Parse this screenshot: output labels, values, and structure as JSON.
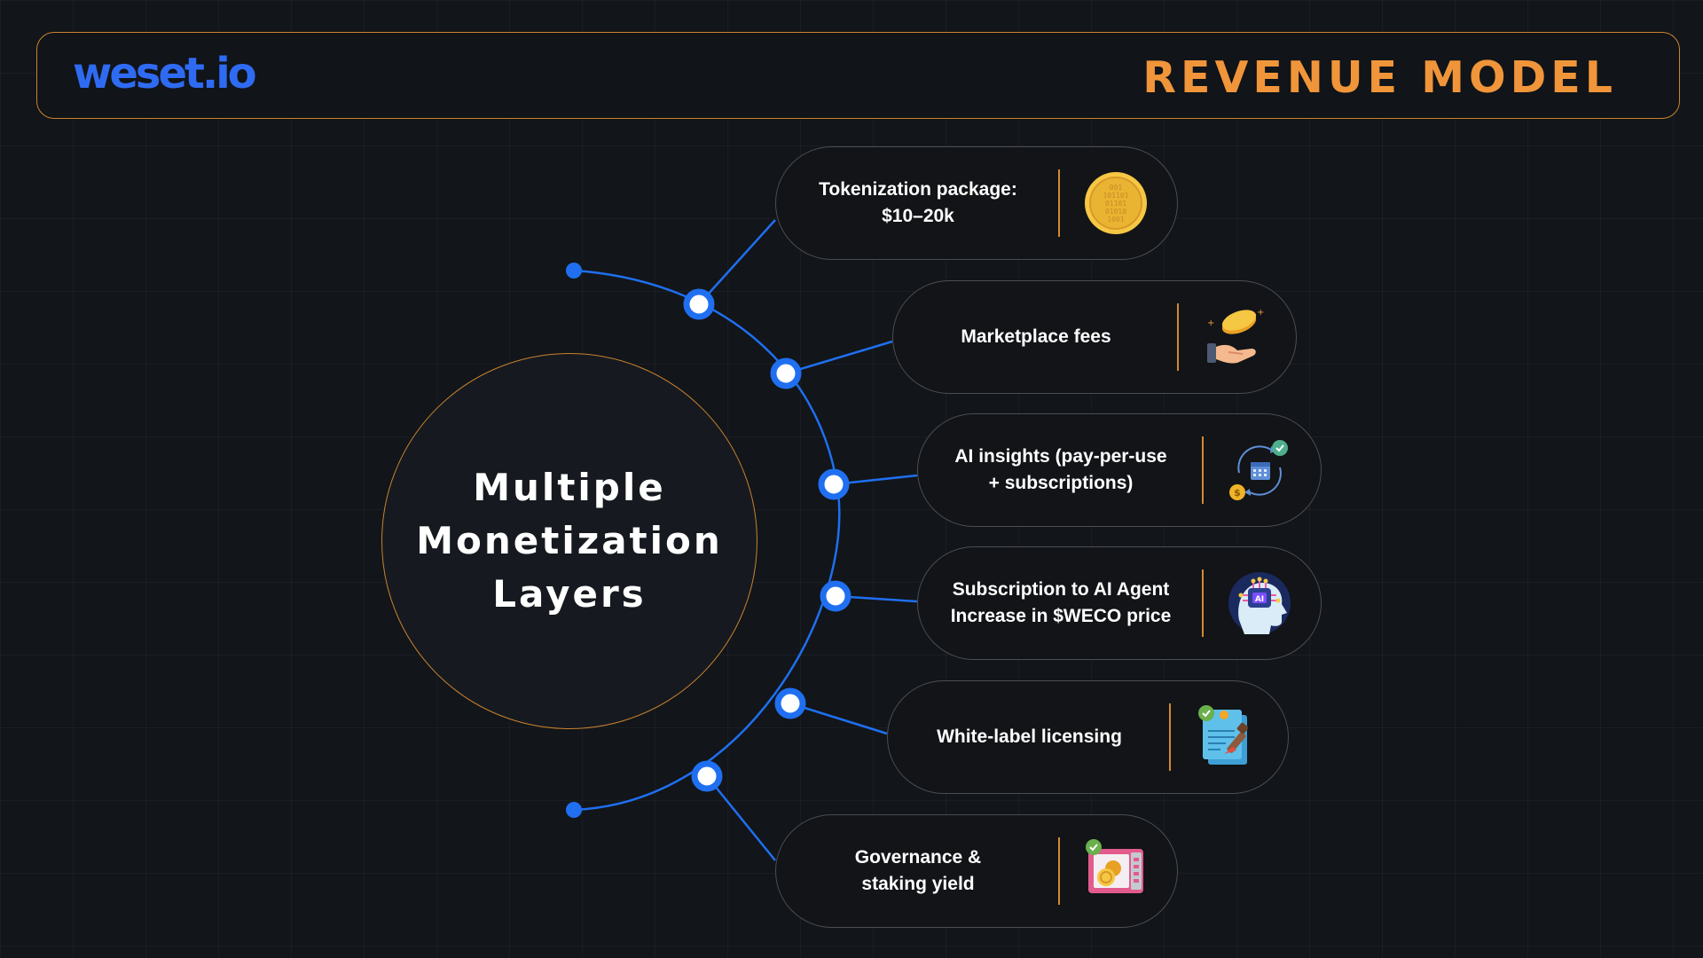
{
  "header": {
    "logo": "weset.io",
    "title": "REVENUE MODEL"
  },
  "center": {
    "text": "Multiple\nMonetization\nLayers"
  },
  "items": [
    {
      "label": "Tokenization package:\n$10–20k",
      "icon": "gold-coin-icon"
    },
    {
      "label": "Marketplace fees",
      "icon": "hand-coins-icon"
    },
    {
      "label": "AI insights (pay-per-use\n+ subscriptions)",
      "icon": "subscription-cycle-icon"
    },
    {
      "label": "Subscription to AI Agent\nIncrease in $WECO price",
      "icon": "ai-head-icon"
    },
    {
      "label": "White-label licensing",
      "icon": "license-document-icon"
    },
    {
      "label": "Governance &\nstaking yield",
      "icon": "coin-vault-icon"
    }
  ],
  "colors": {
    "accent_orange": "#f0953a",
    "border_orange": "#c9822f",
    "connector_blue": "#1f6ff0",
    "logo_blue": "#2f6bf2",
    "background": "#121519"
  }
}
